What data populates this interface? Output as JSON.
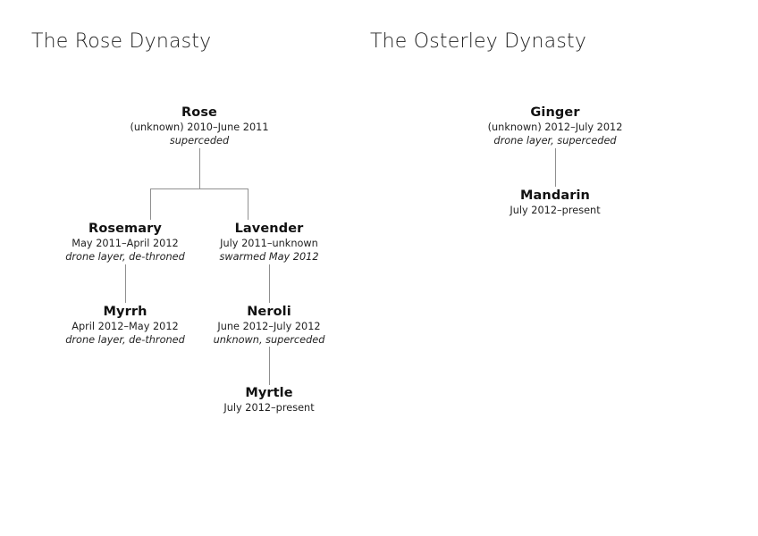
{
  "page": {
    "background": "#ffffff",
    "line_color": "#8f8f8f",
    "text_color": "#1a1a1a"
  },
  "dynasties": [
    {
      "id": "rose",
      "title": "The Rose Dynasty",
      "nodes": [
        {
          "id": "rose",
          "name": "Rose",
          "dates": "(unknown) 2010–June 2011",
          "note": "superceded"
        },
        {
          "id": "rosemary",
          "name": "Rosemary",
          "dates": "May 2011–April 2012",
          "note": "drone layer, de-throned"
        },
        {
          "id": "lavender",
          "name": "Lavender",
          "dates": "July 2011–unknown",
          "note": "swarmed May 2012"
        },
        {
          "id": "myrrh",
          "name": "Myrrh",
          "dates": "April 2012–May 2012",
          "note": "drone layer, de-throned"
        },
        {
          "id": "neroli",
          "name": "Neroli",
          "dates": "June 2012–July 2012",
          "note": "unknown, superceded"
        },
        {
          "id": "myrtle",
          "name": "Myrtle",
          "dates": "July 2012–present",
          "note": ""
        }
      ]
    },
    {
      "id": "osterley",
      "title": "The Osterley Dynasty",
      "nodes": [
        {
          "id": "ginger",
          "name": "Ginger",
          "dates": "(unknown) 2012–July 2012",
          "note": "drone layer, superceded"
        },
        {
          "id": "mandarin",
          "name": "Mandarin",
          "dates": "July 2012–present",
          "note": ""
        }
      ]
    }
  ]
}
